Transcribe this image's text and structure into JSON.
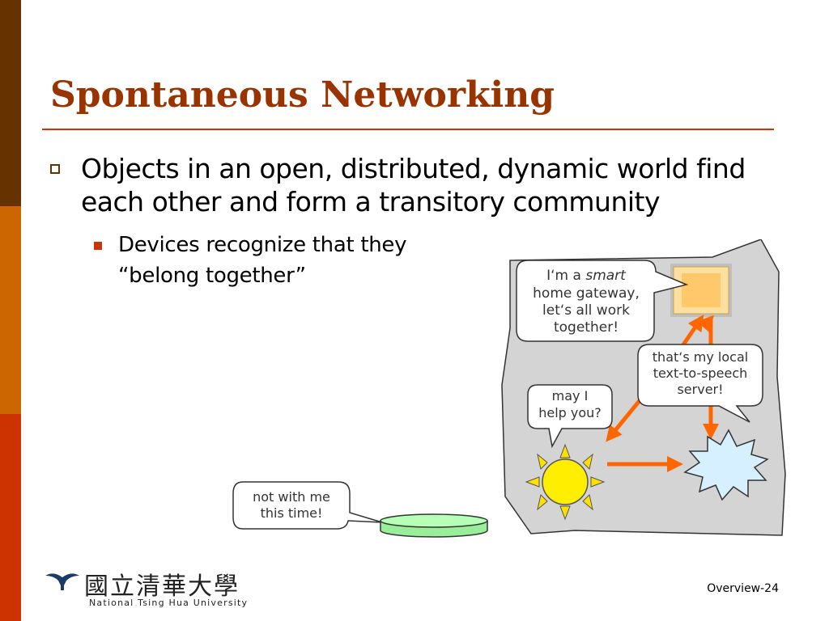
{
  "slide": {
    "title": "Spontaneous Networking",
    "bullets": [
      {
        "text": "Objects in an open, distributed, dynamic world find each other and form a transitory community",
        "sub": [
          {
            "text": "Devices recognize that they “belong together”"
          }
        ]
      }
    ],
    "footer": "Overview-24"
  },
  "illustration": {
    "bubble_gateway": {
      "prefix": "I‘m a ",
      "emphasis": "smart",
      "line2": "home gateway,",
      "line3": "let‘s all work",
      "line4": "together!"
    },
    "bubble_tts": {
      "line1": "that‘s my local",
      "line2": "text-to-speech",
      "line3": "server!"
    },
    "bubble_help": {
      "line1": "may I",
      "line2": "help you?"
    },
    "bubble_notme": {
      "line1": "not with me",
      "line2": "this time!"
    }
  },
  "logo": {
    "name_zh": "國立清華大學",
    "name_en": "National Tsing Hua University"
  },
  "colors": {
    "sidebar_top": "#663300",
    "sidebar_mid": "#cc6600",
    "sidebar_bottom": "#cc3300",
    "title": "#993300",
    "rule": "#cc3300",
    "arrow": "#ff6600",
    "panel": "#d4d4d4"
  }
}
